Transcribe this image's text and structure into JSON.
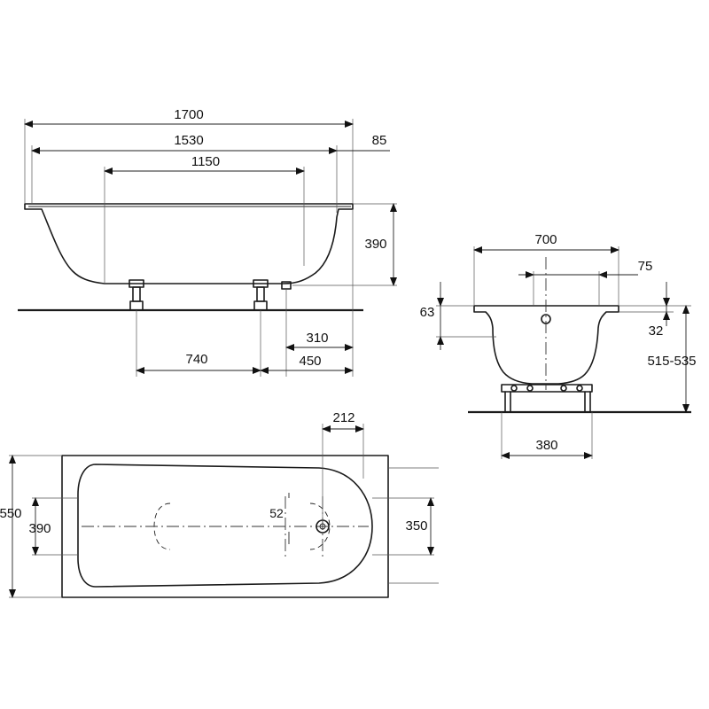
{
  "side_view": {
    "length_overall": "1700",
    "length_inner": "1530",
    "length_flat_bottom": "1150",
    "rim_width": "85",
    "depth": "390",
    "leg_spacing": "740",
    "drain_to_leg": "310",
    "drain_to_end": "450"
  },
  "end_view": {
    "width_overall": "700",
    "overflow_spacing": "75",
    "rim_height": "63",
    "rim_thickness": "32",
    "total_height": "515-535",
    "leg_span": "380"
  },
  "top_view": {
    "drain_offset": "212",
    "width_overall": "550",
    "inner_width_left": "390",
    "drain_diameter": "52",
    "inner_width_right": "350"
  },
  "colors": {
    "line": "#1a1a1a",
    "background": "#ffffff"
  }
}
